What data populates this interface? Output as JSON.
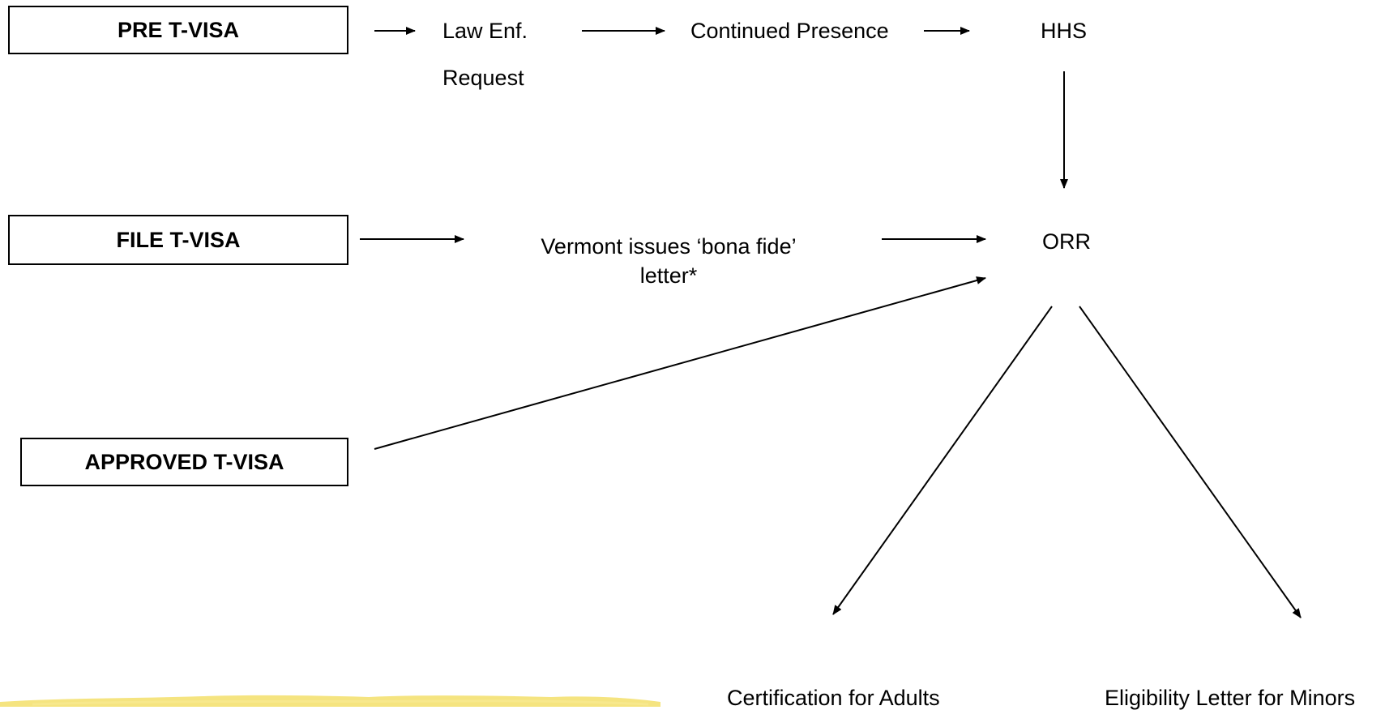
{
  "stages": {
    "pre": "PRE T-VISA",
    "file": "FILE T-VISA",
    "approved": "APPROVED T-VISA"
  },
  "nodes": {
    "law_enf_line1": "Law Enf.",
    "law_enf_line2": "Request",
    "continued_presence": "Continued Presence",
    "hhs": "HHS",
    "vermont_line1": "Vermont issues ‘bona fide’",
    "vermont_line2": "letter*",
    "orr": "ORR",
    "cert_adults": "Certification for Adults",
    "elig_minors": "Eligibility Letter for Minors"
  },
  "colors": {
    "line": "#000000",
    "highlight_stroke": "#f3df6a"
  }
}
